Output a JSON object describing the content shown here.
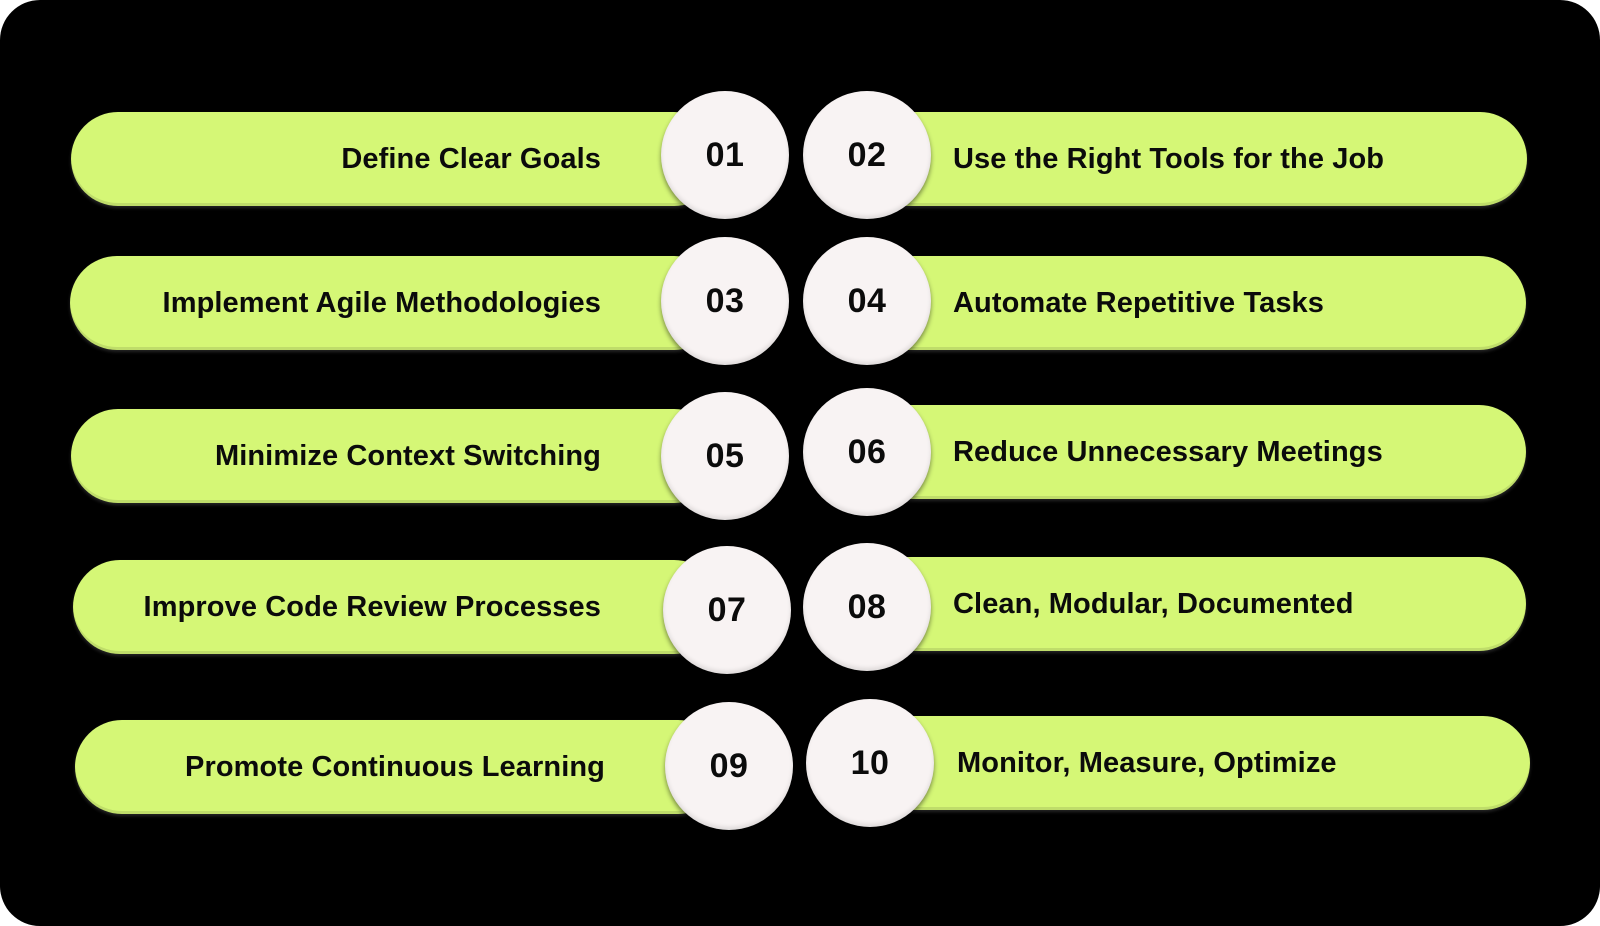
{
  "steps": [
    {
      "number": "01",
      "label": "Define Clear Goals"
    },
    {
      "number": "02",
      "label": "Use the Right Tools for the Job"
    },
    {
      "number": "03",
      "label": "Implement Agile Methodologies"
    },
    {
      "number": "04",
      "label": "Automate Repetitive Tasks"
    },
    {
      "number": "05",
      "label": "Minimize Context Switching"
    },
    {
      "number": "06",
      "label": "Reduce Unnecessary Meetings"
    },
    {
      "number": "07",
      "label": "Improve Code Review Processes"
    },
    {
      "number": "08",
      "label": "Clean, Modular, Documented"
    },
    {
      "number": "09",
      "label": "Promote Continuous Learning"
    },
    {
      "number": "10",
      "label": "Monitor, Measure, Optimize"
    }
  ],
  "colors": {
    "background": "#000000",
    "pill": "#d5f776",
    "badge": "#f8f3f3",
    "text": "#0b0b0b"
  }
}
